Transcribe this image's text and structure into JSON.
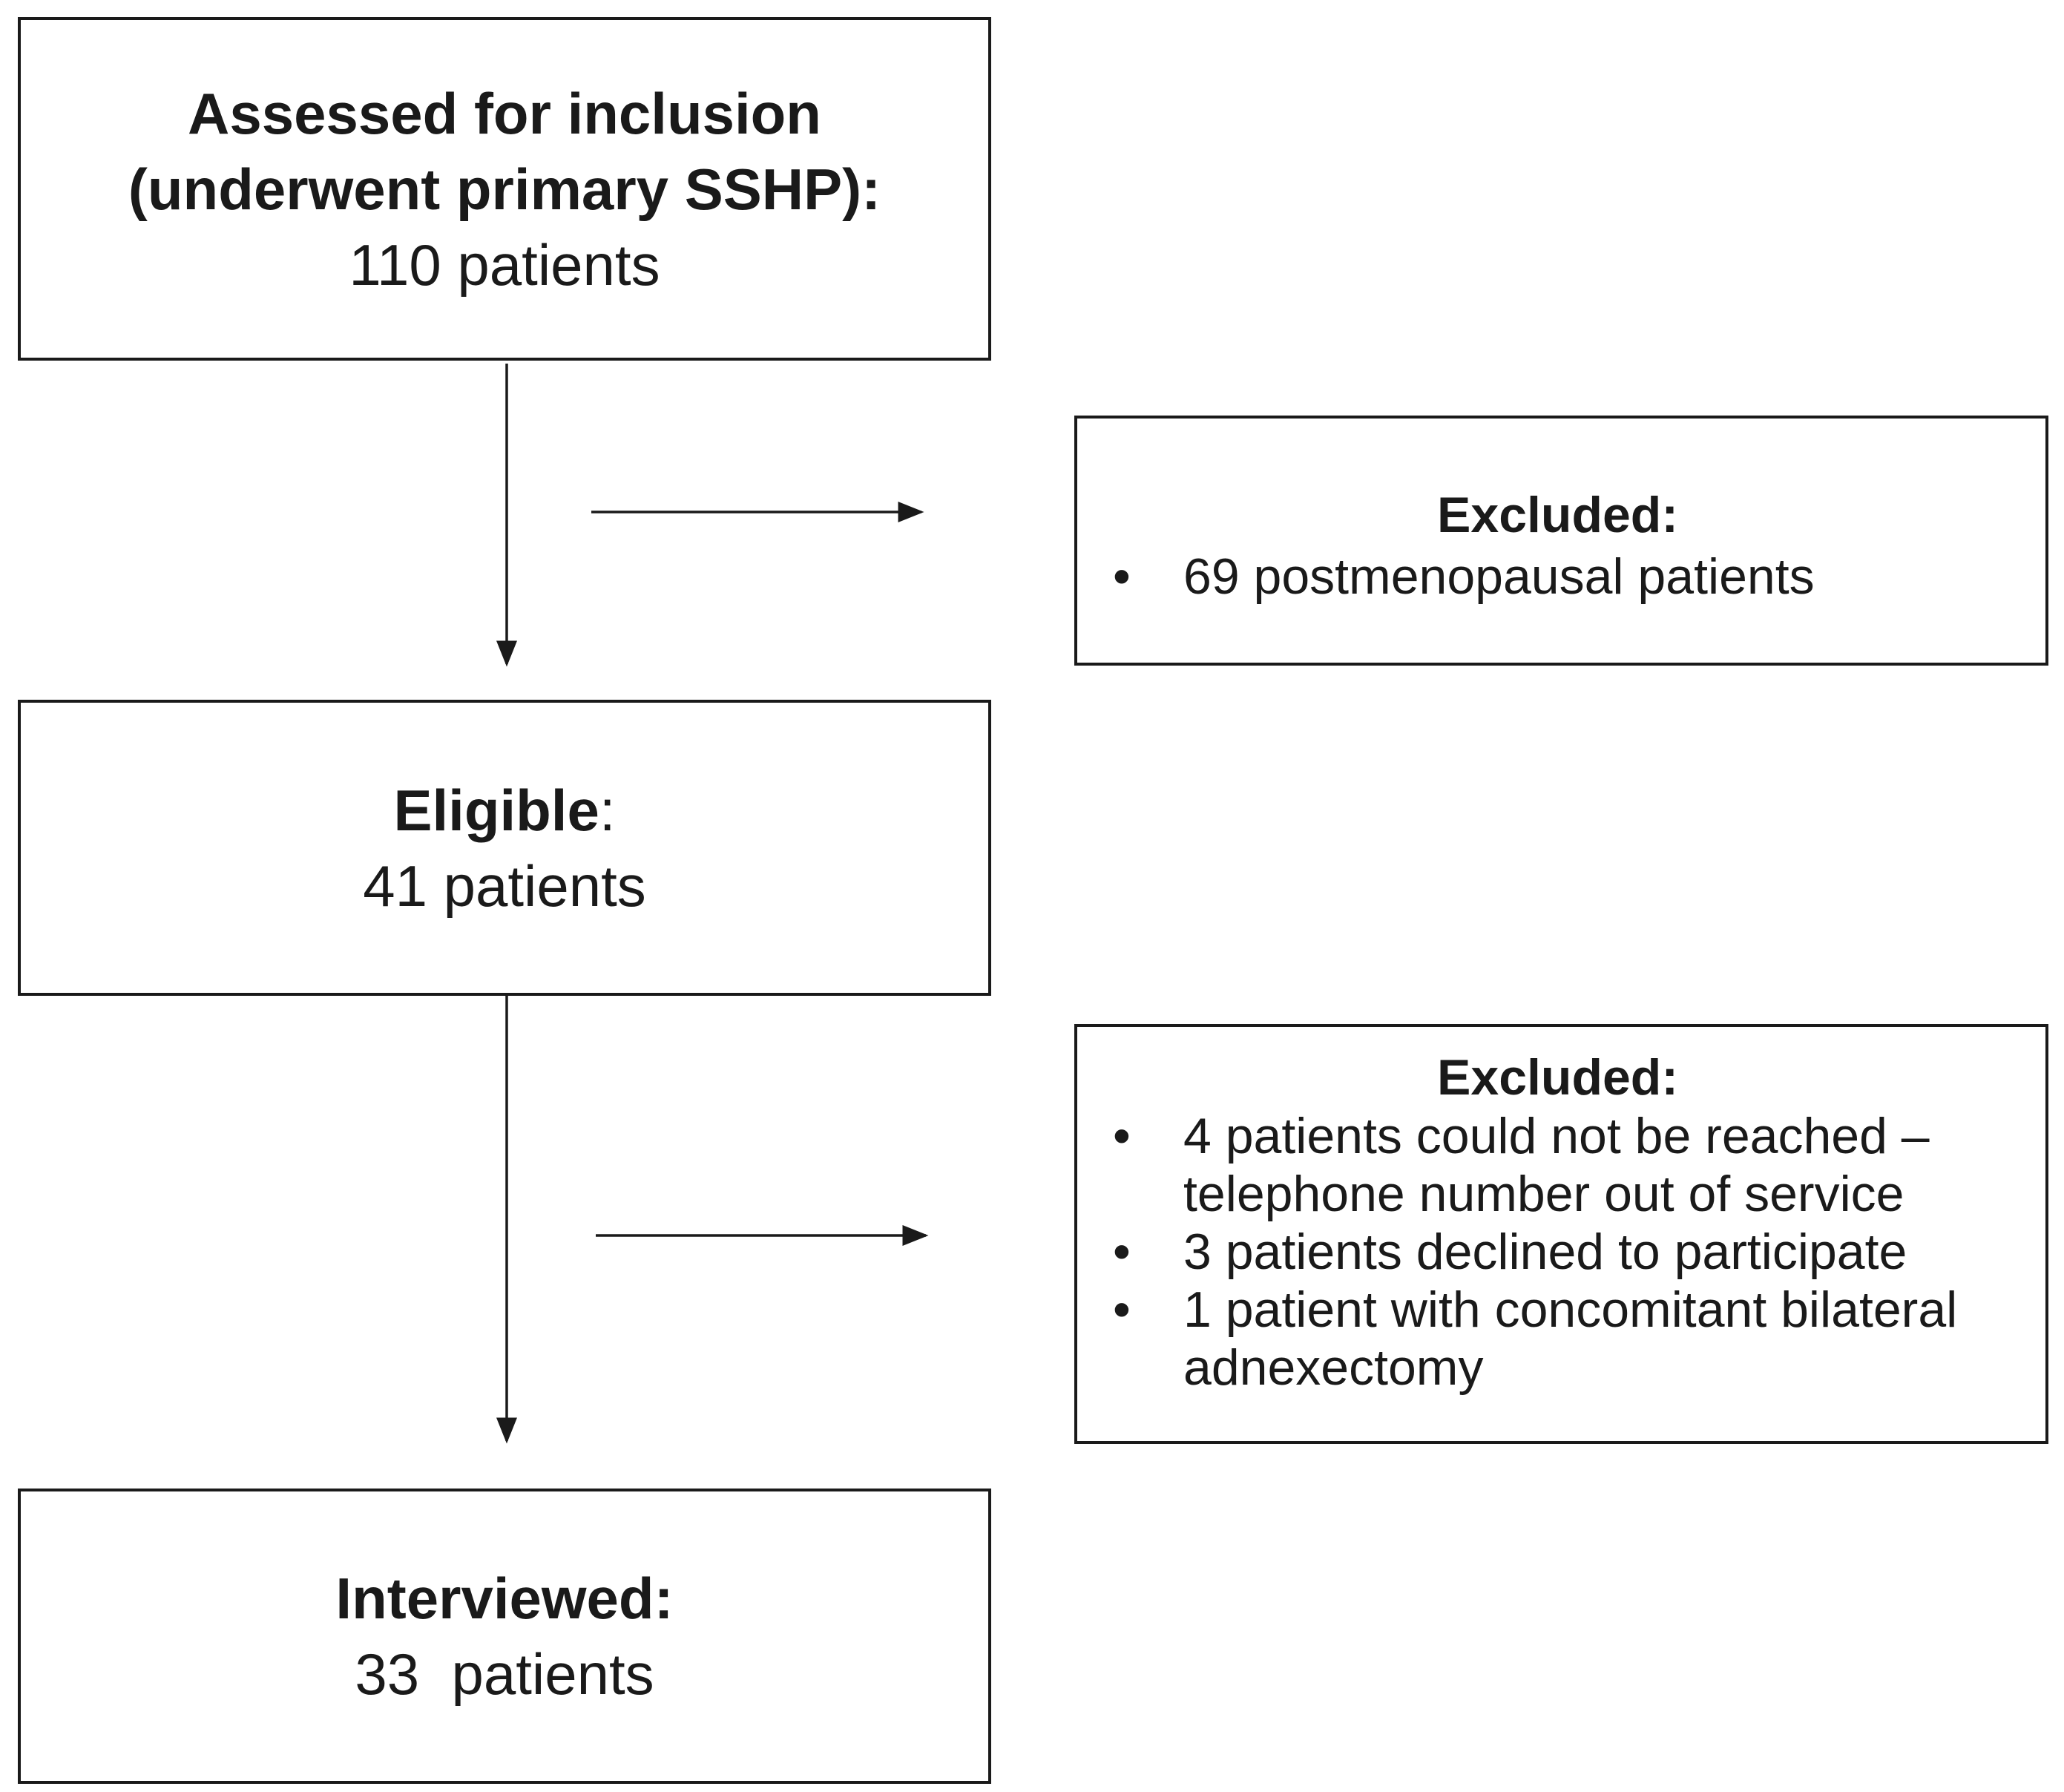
{
  "assessed": {
    "title_line1": "Assessed for inclusion",
    "title_line2": "(underwent primary SSHP):",
    "count": "110 patients"
  },
  "excluded_1": {
    "title": "Excluded:",
    "items": [
      "69 postmenopausal patients"
    ]
  },
  "eligible": {
    "title": "Eligible",
    "title_suffix": ":",
    "count": "41 patients"
  },
  "excluded_2": {
    "title": "Excluded:",
    "items": [
      "4 patients could not be reached – telephone number out of service",
      "3 patients declined to participate",
      "1 patient with concomitant bilateral adnexectomy"
    ]
  },
  "interviewed": {
    "title": "Interviewed:",
    "count": "33  patients"
  },
  "bullet_glyph": "•",
  "colors": {
    "line": "#1a1a1a",
    "text": "#1a1a1a",
    "background": "#ffffff"
  }
}
